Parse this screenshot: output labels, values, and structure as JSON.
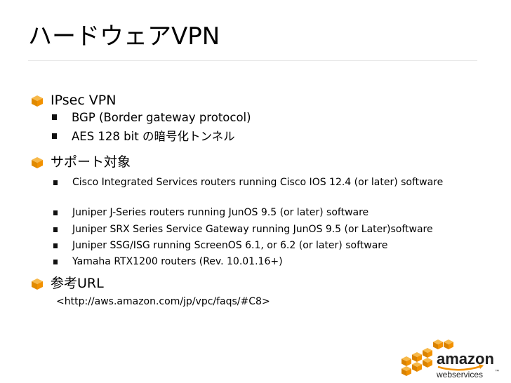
{
  "slide": {
    "title": "ハードウェアVPN",
    "sections": [
      {
        "heading": "IPsec VPN",
        "bullets": [
          "BGP (Border gateway protocol)",
          "AES 128 bit の暗号化トンネル"
        ]
      },
      {
        "heading": "サポート対象",
        "bullets": [
          "Cisco Integrated Services routers running Cisco IOS 12.4 (or later) software",
          "Juniper J-Series routers running JunOS 9.5 (or later) software",
          "Juniper SRX Series Service Gateway running JunOS 9.5 (or Later)software",
          "Juniper SSG/ISG running ScreenOS 6.1, or 6.2 (or later) software",
          "Yamaha RTX1200 routers (Rev. 10.01.16+)"
        ]
      },
      {
        "heading": "参考URL",
        "link": "<http://aws.amazon.com/jp/vpc/faqs/#C8>"
      }
    ]
  },
  "logo": {
    "word": "amazon",
    "sub": "webservices",
    "tm": "™",
    "colors": {
      "orange": "#f29100",
      "dark": "#1f1f1f"
    }
  },
  "icons": {
    "section_bullet": "aws-cube-icon",
    "sub_bullet": "square-bullet-icon"
  }
}
